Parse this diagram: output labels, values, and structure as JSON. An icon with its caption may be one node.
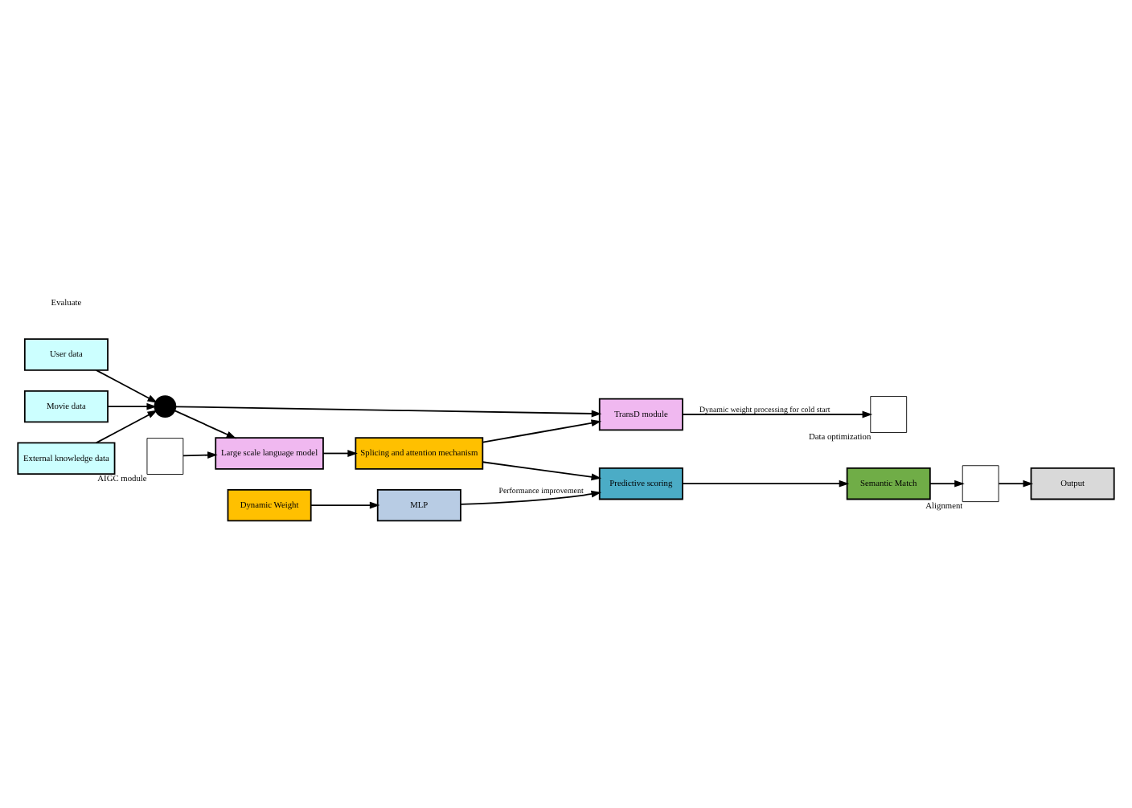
{
  "diagram": {
    "nodes": [
      {
        "text": [
          "User data"
        ]
      },
      {
        "text": [
          "Movie data"
        ]
      },
      {
        "text": [
          "External knowledge data"
        ]
      },
      {
        "text": [],
        "shape": "circle"
      },
      {
        "text": [],
        "shape": "box",
        "beside": [
          "Data optimization"
        ]
      },
      {
        "text": [
          "TransD module"
        ]
      },
      {
        "text": [
          "Splicing and attention mechanism"
        ]
      },
      {
        "text": [
          "Large scale language model"
        ]
      },
      {
        "text": [],
        "shape": "box",
        "beside": [
          "AIGC module"
        ]
      },
      {
        "text": [
          "Dynamic Weight"
        ]
      },
      {
        "text": [
          "MLP"
        ]
      },
      {
        "text": [
          "Predictive scoring"
        ]
      },
      {
        "text": [
          "Semantic Match"
        ]
      },
      {
        "text": [],
        "shape": "box",
        "beside": [
          "Alignment"
        ]
      },
      {
        "text": [
          "Output"
        ]
      }
    ],
    "edges": [
      {
        "from": 0,
        "to": 3,
        "arrow": "to"
      },
      {
        "from": 1,
        "to": 3,
        "arrow": "to"
      },
      {
        "from": 2,
        "to": 3,
        "arrow": "to"
      },
      {
        "from": 3,
        "to": 5,
        "arrow": "to"
      },
      {
        "from": 3,
        "to": 7,
        "arrow": "to"
      },
      {
        "from": 5,
        "to": 4,
        "arrow": "to",
        "label": "Dynamic weight processing for cold start"
      },
      {
        "from": 6,
        "to": 5,
        "arrow": "to"
      },
      {
        "from": 7,
        "to": 6,
        "arrow": "to"
      },
      {
        "from": 8,
        "to": 7,
        "arrow": "to"
      },
      {
        "from": 6,
        "to": 11,
        "arrow": "to"
      },
      {
        "from": 9,
        "to": 10,
        "arrow": "to"
      },
      {
        "from": 10,
        "to": 11,
        "arrow": "to",
        "label": "Performance improvement"
      },
      {
        "from": 11,
        "to": 12,
        "arrow": "to"
      },
      {
        "from": 12,
        "to": 13,
        "arrow": "to"
      },
      {
        "from": 13,
        "to": 14,
        "arrow": "to"
      }
    ],
    "labels": [
      "Evaluate"
    ]
  }
}
